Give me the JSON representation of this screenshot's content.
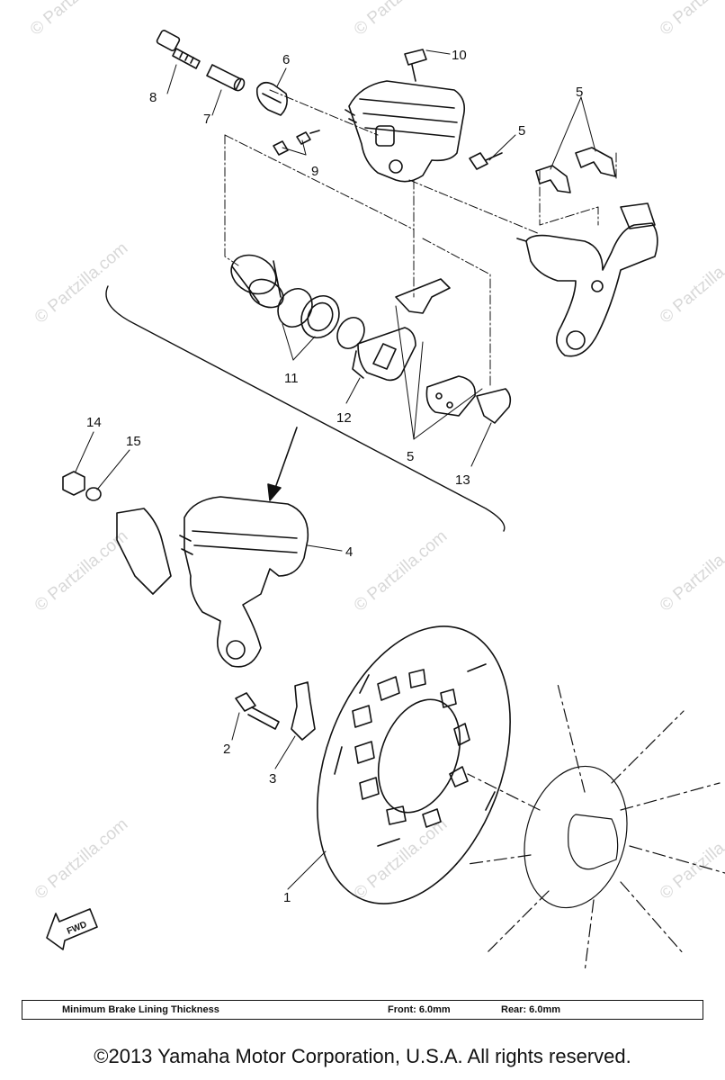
{
  "diagram": {
    "watermark": "© Partzilla.com",
    "fwd_label": "FWD",
    "callouts": [
      {
        "id": "c1",
        "label": "1"
      },
      {
        "id": "c2",
        "label": "2"
      },
      {
        "id": "c3",
        "label": "3"
      },
      {
        "id": "c4",
        "label": "4"
      },
      {
        "id": "c5a",
        "label": "5"
      },
      {
        "id": "c5b",
        "label": "5"
      },
      {
        "id": "c5c",
        "label": "5"
      },
      {
        "id": "c6",
        "label": "6"
      },
      {
        "id": "c7",
        "label": "7"
      },
      {
        "id": "c8",
        "label": "8"
      },
      {
        "id": "c9",
        "label": "9"
      },
      {
        "id": "c10",
        "label": "10"
      },
      {
        "id": "c11",
        "label": "11"
      },
      {
        "id": "c12",
        "label": "12"
      },
      {
        "id": "c13",
        "label": "13"
      },
      {
        "id": "c14",
        "label": "14"
      },
      {
        "id": "c15",
        "label": "15"
      }
    ]
  },
  "spec_table": {
    "label": "Minimum Brake Lining Thickness",
    "front": "Front: 6.0mm",
    "rear": "Rear: 6.0mm"
  },
  "footer": {
    "copyright": "©2013  Yamaha Motor Corporation, U.S.A. All rights reserved."
  }
}
